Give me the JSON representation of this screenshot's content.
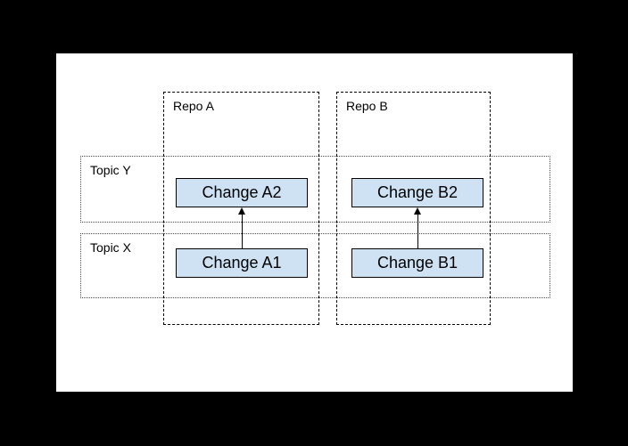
{
  "page": {
    "background": "#000000",
    "canvas_color": "#ffffff"
  },
  "diagram": {
    "repos": [
      {
        "label": "Repo A"
      },
      {
        "label": "Repo B"
      }
    ],
    "topics": [
      {
        "label": "Topic Y"
      },
      {
        "label": "Topic X"
      }
    ],
    "changes": [
      {
        "label": "Change A2",
        "repo": "Repo A",
        "topic": "Topic Y"
      },
      {
        "label": "Change B2",
        "repo": "Repo B",
        "topic": "Topic Y"
      },
      {
        "label": "Change A1",
        "repo": "Repo A",
        "topic": "Topic X"
      },
      {
        "label": "Change B1",
        "repo": "Repo B",
        "topic": "Topic X"
      }
    ],
    "arrows": [
      {
        "from": "Change A1",
        "to": "Change A2"
      },
      {
        "from": "Change B1",
        "to": "Change B2"
      }
    ],
    "colors": {
      "change_fill": "#cfe2f3",
      "change_border": "#000000",
      "repo_border": "#000000",
      "topic_border": "#4a4a4a"
    }
  }
}
